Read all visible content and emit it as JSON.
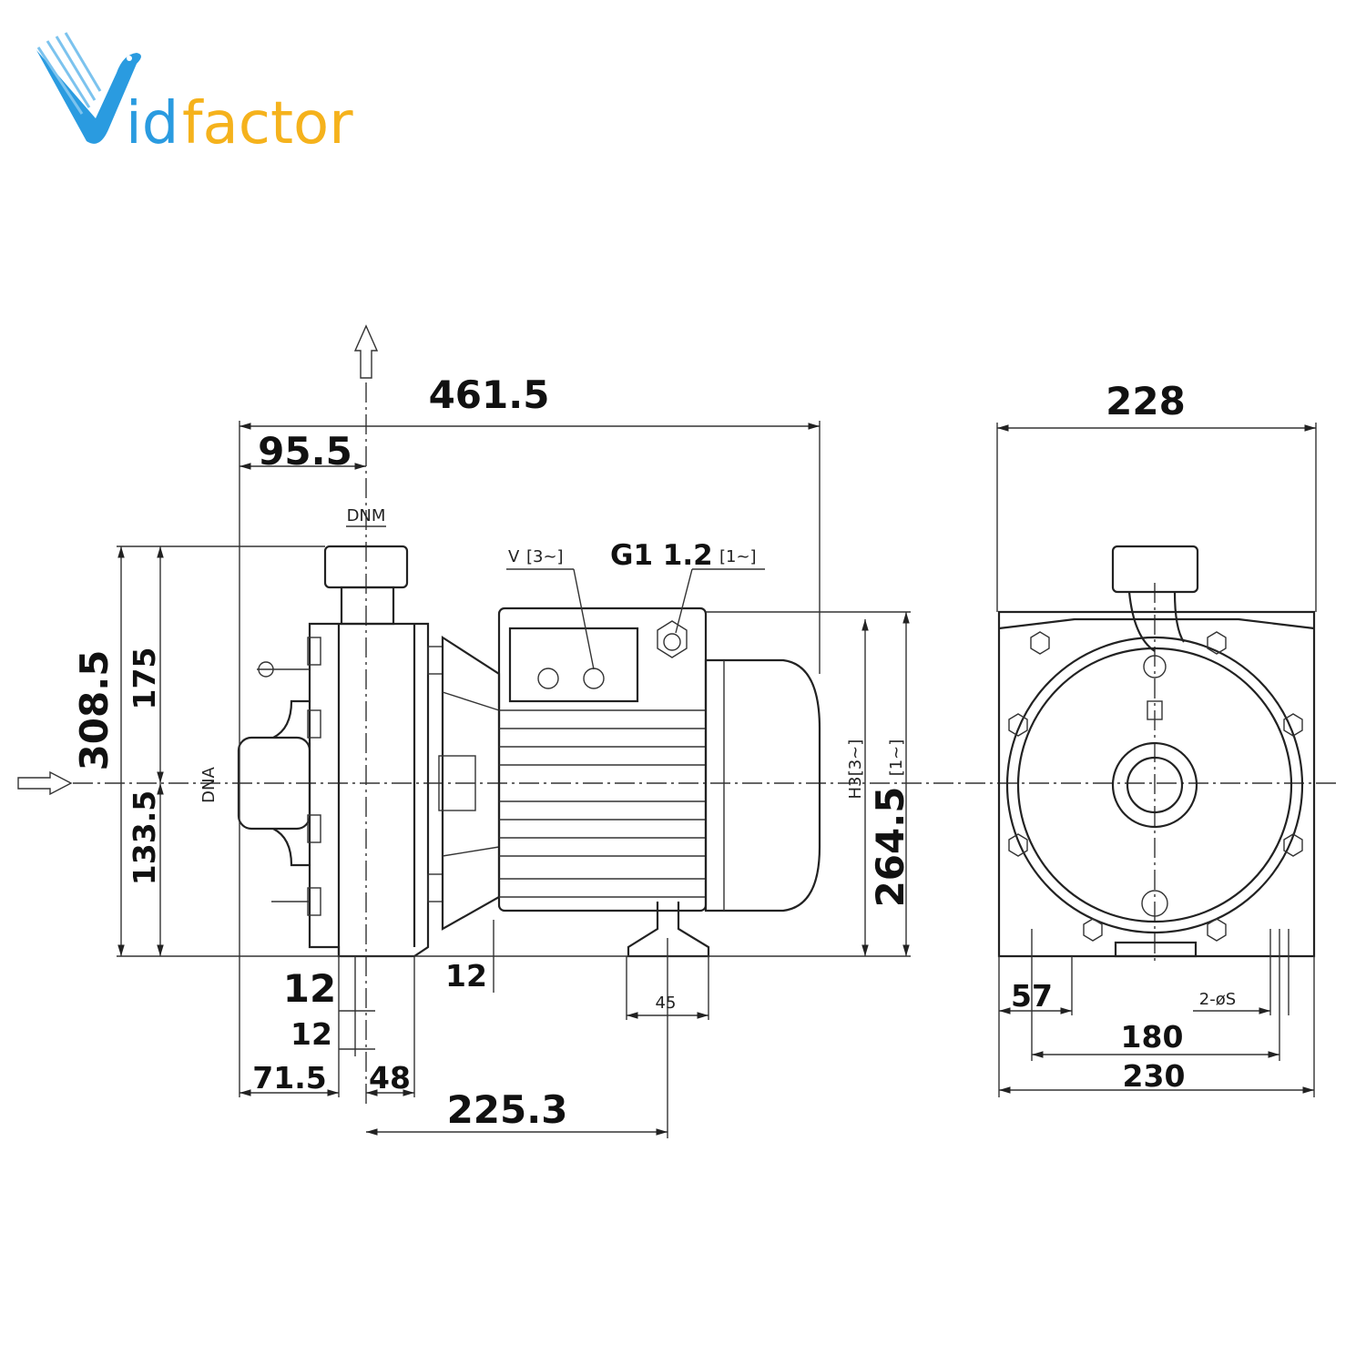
{
  "logo": {
    "text_part1": "id",
    "text_part2": "factor",
    "full": "Vidfactor"
  },
  "colors": {
    "logo_blue": "#2a9be0",
    "logo_yellow": "#f5b21c",
    "line": "#222222"
  },
  "side_view": {
    "overall_length": "461.5",
    "outlet_offset": "95.5",
    "outlet_label": "DNM",
    "inlet_label": "DNA",
    "total_height": "308.5",
    "upper_height": "175",
    "lower_height": "133.5",
    "motor_height": "264.5",
    "h3_label": "H3",
    "h3_3phase": "[3~]",
    "h3_1phase": "[1~]",
    "v_label": "V",
    "v_tag": "[3~]",
    "g_label": "G1 1.2",
    "g_tag": "[1~]",
    "dim_12_a": "12",
    "dim_12_b": "12",
    "dim_12_c": "12",
    "dim_71_5": "71.5",
    "dim_48": "48",
    "dim_225_3": "225.3",
    "dim_45": "45"
  },
  "front_view": {
    "width_top": "228",
    "dim_57": "57",
    "hole_label": "2-øS",
    "dim_180": "180",
    "dim_230": "230"
  }
}
